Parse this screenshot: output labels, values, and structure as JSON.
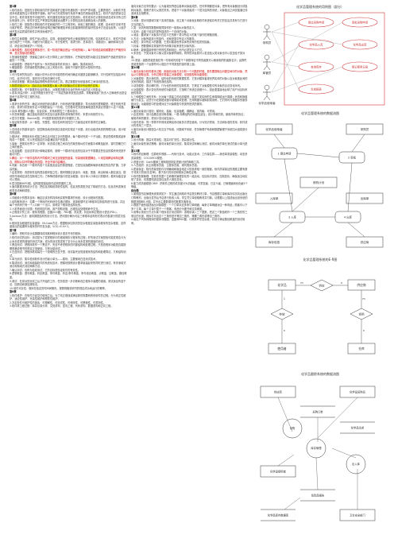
{
  "col1": [
    {
      "t": "第1章",
      "s": "head"
    },
    {
      "t": "1.软件危机：是指在计算机软件的开发和维护过程中所遇到的一系列严重问题。主要表现在：对软件开发成本和进度的估计常常很不准确；用户对已完成的软件系统不满意的现象经常发生；软件产品的质量往往靠不住；软件常常是不可维护的；软件通常没有适当的文档资料；软件成本在计算机系统总成本中所占的比例逐年上升；软件开发生产率提高的速度远远跟不上计算机应用迅速普及深入的趋势。"
    },
    {
      "t": "2.软件工程：是指导计算机软件开发和维护的一门工程学科。采用工程的概念、原理、技术和方法来开发与维护软件，把经过时间考验而证明正确的管理技术和当前能够得到的最好的技术方法结合起来，以经济地开发出高质量的软件并有效地维护它。"
    },
    {
      "t": "第2章",
      "s": "head"
    },
    {
      "t": "1.软件生命周期：软件产品从提出、实现、使用维护到停止使用退役的过程。包括软件定义、软件开发和运行维护三个时期，可细分为问题定义、可行性研究、需求分析、总体设计、详细设计、编码和单元测试、综合测试和维护八个阶段。"
    },
    {
      "t": "2.瀑布模型：各阶段按顺序进行，前一阶段的输出是后一阶段的输入；每个阶段结束前都要进行严格的评审，是文档驱动的模型。",
      "s": "red"
    },
    {
      "t": "3.快速原型模型：快速建立起可以在计算机上运行的程序，它所能完成的功能往往是最终产品能完成的功能的一个子集。"
    },
    {
      "t": "4.增量模型：把软件产品作为一系列的增量构件来设计、编码、集成和测试。"
    },
    {
      "t": "5.螺旋模型：在快速原型的基础上加上风险分析，适用于内部开发的大型软件项目。"
    },
    {
      "t": "第3章",
      "s": "head"
    },
    {
      "t": "1.可行性研究的目的：用最小的代价在尽可能短的时间内确定问题是否能够解决。可行性研究包括技术可行性、经济可行性、操作可行性和法律可行性。"
    },
    {
      "t": "2.系统流程图：概括地描绘物理系统的传统工具，表达数据在系统各部件之间流动的情况。"
    },
    {
      "t": "3.数据流图(DFD)：描绘信息流和数据从输入移动到输出的过程中所经受的变换。",
      "s": "hl"
    },
    {
      "t": "4.数据字典：关于数据的信息的集合，对数据流图中包含的所有元素的定义的集合。"
    },
    {
      "t": "5.成本/效益分析：从经济角度分析开发一个特定的新系统是否划算，帮助使用部门负责人正确地作出是否投资于这项开发工程的决定。"
    },
    {
      "t": "第4章",
      "s": "head"
    },
    {
      "t": "1.需求分析的任务：确定对系统的综合要求；分析系统的数据要求；导出系统的逻辑模型；修正系统开发计划。需求分析是软件定义时期的最后一个阶段，它的基本任务是准确地回答系统必须做什么这个问题。"
    },
    {
      "t": "2.实体-联系图(E-R图)：包含实体、关系和属性三个基本成分。"
    },
    {
      "t": "3.状态转换图：通过描绘系统的状态及引起系统状态转换的事件，来表示系统的行为。"
    },
    {
      "t": "4.层次方框图、Warnier图、IPO图是常用的需求分析图形工具。"
    },
    {
      "t": "5.验证软件需求：从一致性、完整性、现实性和有效性四个方面验证软件需求的正确性。"
    },
    {
      "t": "第5章",
      "s": "head"
    },
    {
      "t": "1.总体设计的基本目的：回答概括地说系统应该如何实现这个问题；划分出组成系统的物理元素，设计软件的结构。"
    },
    {
      "t": "2.模块化：把程序划分成独立命名且可独立访问的模块，每个模块完成一个子功能，把这些模块集成起来构成一个整体，可以完成指定的功能满足用户的需求。"
    },
    {
      "t": "3.抽象：把现实世界中一定事物、状态或过程之间存在的某些相似的方面集中和概括起来，暂时忽略它们之间的差异。"
    },
    {
      "t": "4.信息隐藏：应该这样设计和确定模块，使得一个模块内包含的信息对于不需要这些信息的模块来说是不能访问的。"
    },
    {
      "t": "5.耦合：对一个软件结构内不同模块之间互连程度的度量。尽量使用数据耦合，少用控制耦合和特征耦合，限制公共环境耦合的范围，完全不用内容耦合。",
      "s": "red"
    },
    {
      "t": "6.内聚：标志着一个模块内各个元素彼此结合的紧密程度，它是信息隐藏和局部化概念的自然扩展。力求高内聚。"
    },
    {
      "t": "7.启发规则：改进软件结构提高模块独立性；模块规模应该适中；深度、宽度、扇出和扇入都应适当；模块的作用域应该在控制域之内；力争降低模块接口的复杂程度；设计单入口单出口的模块；模块功能应该可以预测。"
    },
    {
      "t": "8.层次图和HIPO图、结构图是描绘软件结构的图形工具。"
    },
    {
      "t": "9.面向数据流的设计方法：把信息流映射成软件结构，信息流的类型决定了映射的方法。信息流有变换流和事务流两种类型。"
    },
    {
      "t": "第6章",
      "s": "head"
    },
    {
      "t": "1.详细设计的根本目标：确定应该怎样具体地实现所要求的系统，设计出程序的蓝图。"
    },
    {
      "t": "2.结构程序设计：如果一个程序的代码块仅仅通过顺序、选择和循环这3种基本控制结构进行连接，并且每个代码块只有一个入口和一个出口，则称这个程序是结构化的。"
    },
    {
      "t": "3.人机界面设计问题：系统响应时间、用户帮助设施、出错信息处理和命令交互。"
    },
    {
      "t": "4.过程设计的工具：程序流程图、盒图(N-S图)、PAD图、判定表、判定树和过程设计语言(PDL)。"
    },
    {
      "t": "5.Jackson方法：面向数据结构的设计方法，把问题分解为可由三种基本结构形式表示的各部分的层次结构。"
    },
    {
      "t": "6.程序复杂程度的定量度量：McCabe方法，根据程序控制流的复杂程度定量度量程序的复杂程度，这样度量出的结果称为程序的环形复杂度。V(G)=E-N+2。"
    },
    {
      "t": "第7章",
      "s": "head"
    },
    {
      "t": "1.编码：把软件设计结果翻译成用某种程序设计语言书写的程序。"
    },
    {
      "t": "2.软件测试的目标：测试是为了发现程序中的错误而执行程序的过程；好的测试方案是极可能发现迄今为止尚未发现的错误的测试方案；成功的测试是发现了至今为止尚未发现的错误的测试。"
    },
    {
      "t": "3.黑盒测试：把程序看作一个黑盒子，完全不考虑程序的内部结构和处理过程，只检查程序功能是否能按照规格说明书的规定正常使用。又称功能测试。"
    },
    {
      "t": "4.白盒测试：把程序看成装在一个透明的白盒子里，测试者完全知道程序的结构和处理算法。又称结构测试。"
    },
    {
      "t": "5.单元测试：集中检测软件设计的最小单元——模块。主要使用白盒测试技术。"
    },
    {
      "t": "6.集成测试：测试和组装软件的系统化技术，把模块按照设计要求组装起来的同时进行测试。有非渐增式测试和渐增式测试两种方法。"
    },
    {
      "t": "7.确认测试：也称为验收测试，它的目标是验证软件的有效性。"
    },
    {
      "t": "8.逻辑覆盖：语句覆盖、判定覆盖、条件覆盖、判定/条件覆盖、条件组合覆盖、点覆盖、边覆盖、路径覆盖。"
    },
    {
      "t": "9.调试：在成功的测试之后才开始的工作，任务是进一步诊断和改正程序中潜藏的错误。调试途径有蛮干法、回溯法和原因排除法。"
    },
    {
      "t": "10.软件可靠性：程序在给定的时间间隔内，按照规格说明书的规定成功地运行的概率。"
    },
    {
      "t": "第8章",
      "s": "head"
    },
    {
      "t": "1.软件维护：在软件已经交付使用之后，为了改正错误或满足新的需要而修改软件的过程。分为改正性维护、适应性维护、完善性维护和预防性维护。"
    },
    {
      "t": "2.决定软件可维护性的因素：可理解性、可测试性、可修改性、可移植性、可重用性。"
    },
    {
      "t": "3.软件再工程过程：库存目录分析、文档重构、逆向工程、代码重构、数据重构和正向工程。"
    }
  ],
  "col2": [
    {
      "t": "面向对象方法学的要点：认为客观世界是由各种对象组成的，任何事物都是对象；把所有对象都划分成各种对象类；按照子类与父类的关系，把若干个对象类组成一个层次结构的系统；对象彼此之间仅能通过传递消息互相联系。"
    },
    {
      "t": "第9章",
      "s": "head"
    },
    {
      "t": "1.对象：是对问题域中某个实体的抽象，设立某个对象就反映软件系统保存有关它的信息并具有与它进行交互的能力。"
    },
    {
      "t": "2.类：对具有相同数据和相同操作的一组相似对象的定义。"
    },
    {
      "t": "3.实例：由某个特定的类所描述的一个具体的对象。"
    },
    {
      "t": "4.消息：要求某个对象执行在定义它的那个类中所定义的某个操作的规格说明。"
    },
    {
      "t": "5.方法：对象所能执行的操作，也就是类中所定义的服务。"
    },
    {
      "t": "6.属性：类中所定义的数据，它是对客观世界实体所具有的性质的抽象。"
    },
    {
      "t": "7.封装：把数据和实现操作的代码集中起来放在对象内部。"
    },
    {
      "t": "8.继承：能够直接获得已有的性质和特征，而不必重复定义它们。"
    },
    {
      "t": "9.多态性：子类对象可以像父类对象那样使用，同样的消息既可以发送给父类对象也可以发送给子类对象。"
    },
    {
      "t": "10.重载：函数重载是指在同一作用域内的若干个参数特征不同的函数可以使用相同的函数名字；运算符重载是指同一个运算符可以施加于不同类型的操作数上面。"
    },
    {
      "t": "第10章",
      "s": "head"
    },
    {
      "t": "1.面向对象分析的基本过程：用面向对象方法分析一个问题的时候，首先要提取出问题空间中的对象，然后从中提取出类。分析过程中需建立对象模型、动态模型和功能模型。",
      "s": "red"
    },
    {
      "t": "2.对象模型：表示静态的、结构化的系统的数据性质。它是对模拟客观世界实体的对象以及对象彼此间的关系的映射，描述了系统的静态结构。"
    },
    {
      "t": "3.动态模型：表示瞬时的、行为化的系统的控制性质，它规定了对象模型中的对象的合法变化序列。"
    },
    {
      "t": "4.功能模型：表示变化的系统的功能性质，它指明了系统应该做什么，因此更直接地反映了用户对目标系统的需求。"
    },
    {
      "t": "5.三种模型之间的关系：针对每个类建立的动态模型，描述了类实例的生命周期或运行周期；状态转换驱使行为发生，这些行为在数据流图中被映射成处理，在用例图中被映射成用例，它们同时与类图中的服务相对应；功能模型中的处理对应于对象模型中的类所提供的服务。"
    },
    {
      "t": "第11章",
      "s": "head"
    },
    {
      "t": "1.面向对象设计准则：模块化、抽象、信息隐藏、弱耦合、强内聚、可重用。"
    },
    {
      "t": "2.启发规则：设计结果应该清晰易懂；一般-特殊结构的深度应适当；设计简单的类；使用简单的协议；使用简单的服务；把设计变动减至最小。"
    },
    {
      "t": "3.软件重用：同一事物不作修改或稍加改动就多次重复使用。分为知识重用、方法和标准的重用、软件成分的重用三个层次。"
    },
    {
      "t": "4.面向对象设计模型由人机交互子系统、问题域子系统、任务管理子系统和数据管理子系统四大组成部分构成。"
    },
    {
      "t": "第12章",
      "s": "head"
    },
    {
      "t": "1.设计风格：提高可重用性；提高可扩充性；提高健壮性。"
    },
    {
      "t": "2.面向对象的测试策略：面向对象的单元测试、集成测试和确认测试。面向对象的单元测试的最小单元是类。"
    },
    {
      "t": "第13章",
      "s": "head"
    },
    {
      "t": "1.软件项目管理：估算软件规模——代码行技术、功能点技术；工作量估算——静态单变量模型、动态多变量模型、COCOMO2模型。"
    },
    {
      "t": "2.进度计划：Gantt图和工程网络是制定进度计划的两种工具。"
    },
    {
      "t": "3.人员组织：民主制程序员组、主程序员组、现代程序员组。"
    },
    {
      "t": "4.质量保证：软件质量是软件与明确地和隐含地定义的需求相一致的程度。软件质量保证的措施主要有基于非执行的测试(复审)、基于执行的测试和程序正确性证明。"
    },
    {
      "t": "5.软件配置管理：在软件的整个生命期内管理变化的一组活动。包括标识变化、控制变化、确保适当地实现了变化、向需要知道这类信息的人报告变化。"
    },
    {
      "t": "6.能力成熟度模型CMM：把软件过程的成熟度分为初始级、可重复级、已定义级、已管理级和优化级5个等级。"
    },
    {
      "t": "综合题",
      "s": "head"
    },
    {
      "t": "1.某校园书店管理系统需求如下：学生通过网络向书店提交教材订单，书店根据订单和库存情况向出版社订购教材，出版社发货后书店进行验收入库，学生凭订单领取教材并付款。请根据以上描述画出该系统的数据流图和E-R图，并写出主要数据流的数据字典条目。"
    },
    {
      "t": "2.根据下面的描述画出对象模型：一个订单对应多条订单明细，每条订单明细对应一种商品；顾客可以下多个订单，每个订单只属于一个顾客；商品分为图书和文具两类。"
    },
    {
      "t": "3.用等价类划分方法为某个程序设计测试用例：该程序读入三个整数，把这三个数值看作一个三角形的三条边的长度，程序打印出这个三角形是不等边三角形、等腰三角形或等边三角形。"
    },
    {
      "t": "4.画出下列伪码程序的程序流程图、盒图和PAD图，计算其环形复杂度，并设计满足路径覆盖的测试用例。"
    }
  ],
  "diagrams": {
    "d1": {
      "title": "化学品管理系统的用例图（部分）",
      "actors": [
        "采购员",
        "库管员",
        "化学品使用者"
      ],
      "uses": [
        "提交采购申请",
        "审批采购申请",
        "化学品入库",
        "化学品出库",
        "查询库存",
        "登记使用记录",
        "生成报表"
      ]
    },
    "d2": {
      "title": "化学品管理系统的数据流图",
      "boxes": [
        "化学品使用者",
        "采购员",
        "供应商",
        "库存信息",
        "采购计划",
        "入库单",
        "出库单"
      ],
      "procs": [
        "1 提交申请",
        "2 审批",
        "3 入库",
        "4 出库"
      ]
    },
    "d3": {
      "title": "化学品管理系统的E-R图",
      "ents": [
        "化学品",
        "供应商",
        "使用者",
        "仓库"
      ],
      "rels": [
        "供应",
        "存放",
        "领用"
      ],
      "card": [
        "m",
        "n",
        "1",
        "n",
        "m",
        "n"
      ]
    },
    "d4": {
      "title": "化学品跟踪系统的数据流图",
      "nodes": [
        "供应商",
        "化学品采购员",
        "采购订单",
        "化学品请求",
        "库存管理",
        "化学品使用者",
        "采购",
        "出入库",
        "危险品报告",
        "卫生安全部门",
        "化学品库存数据库"
      ]
    }
  }
}
